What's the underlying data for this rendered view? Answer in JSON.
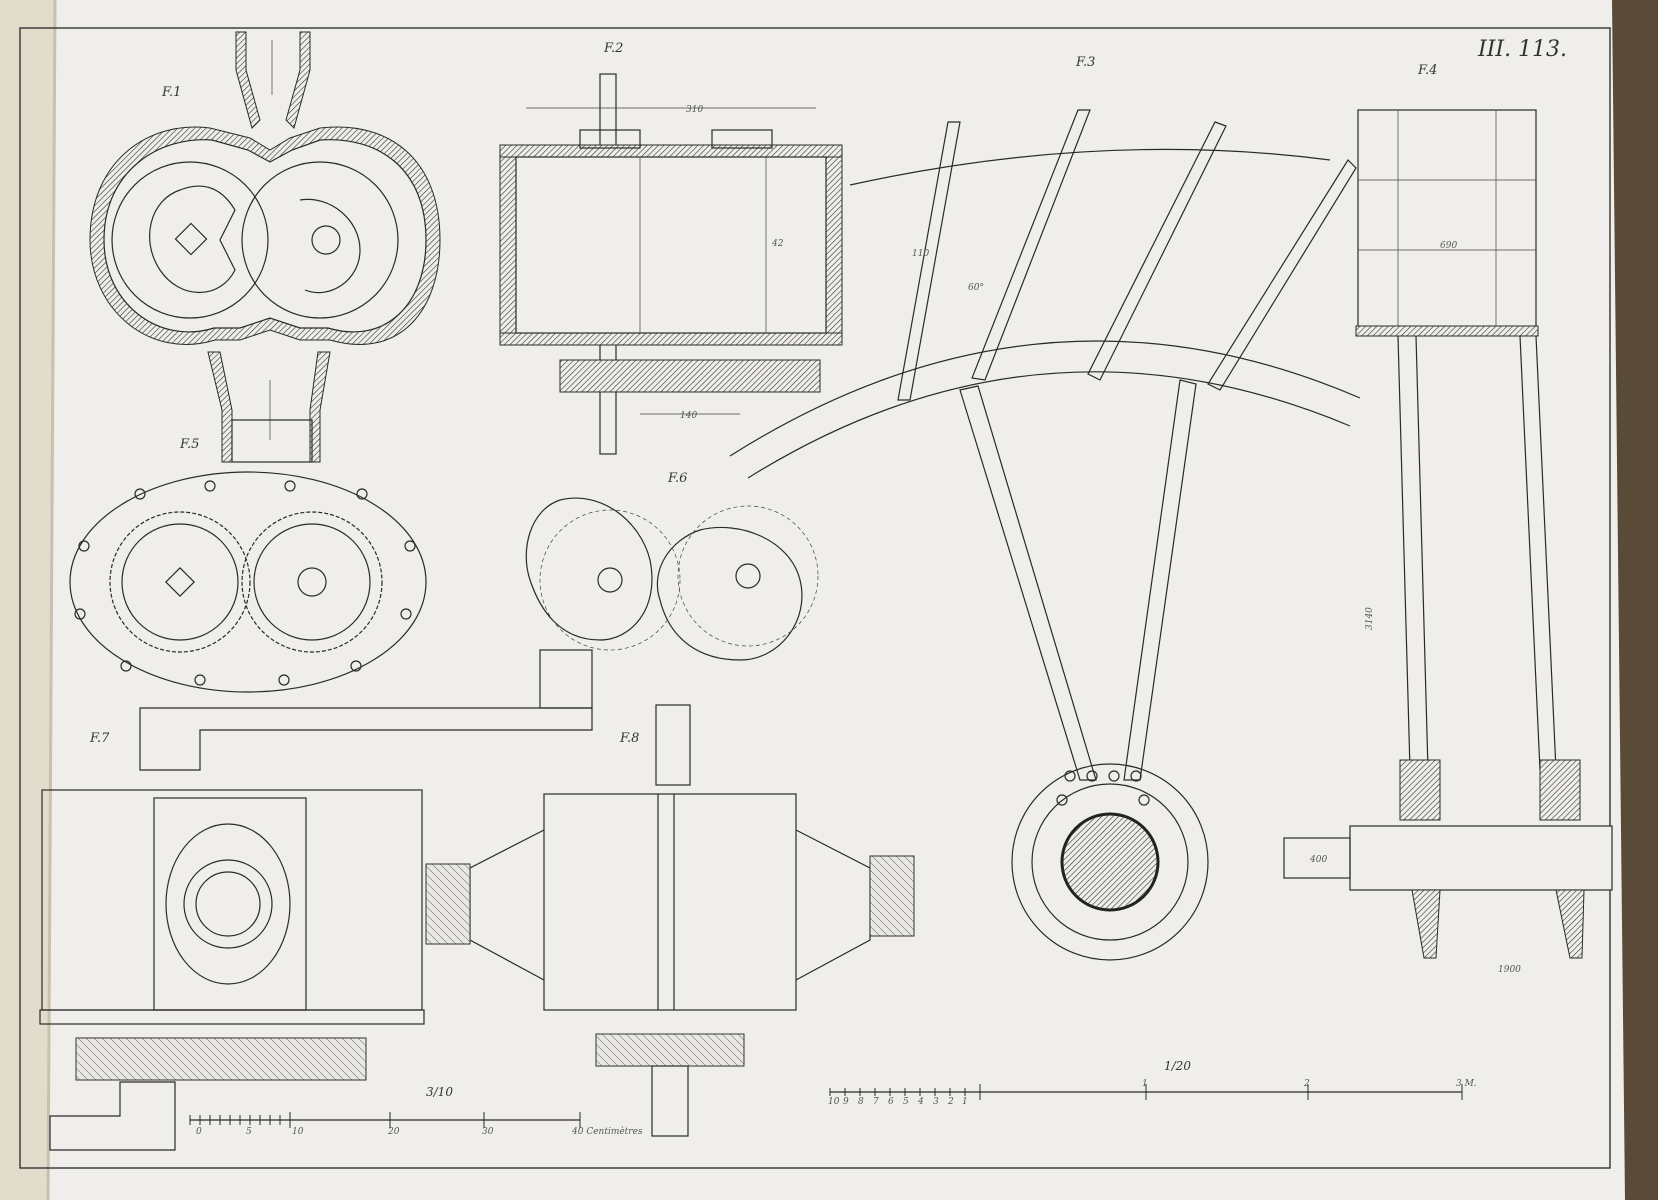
{
  "plate": {
    "number": "III. 113.",
    "figures": {
      "f1": "F.1",
      "f2": "F.2",
      "f3": "F.3",
      "f4": "F.4",
      "f5": "F.5",
      "f6": "F.6",
      "f7": "F.7",
      "f8": "F.8"
    },
    "dimensions": {
      "f2_width": "310",
      "f2_height": "42",
      "f2_bottom": "140",
      "f3_angle": "60°",
      "f3_side": "110",
      "f4_inner": "690",
      "f4_length": "3140",
      "f4_shaft": "400",
      "f4_bottom": "1900"
    },
    "scale_left": {
      "ratio": "3/10",
      "ticks": [
        "0",
        "5",
        "10",
        "20",
        "30",
        "40 Centimètres"
      ]
    },
    "scale_right": {
      "ratio": "1/20",
      "ticks": [
        "10",
        "9",
        "8",
        "7",
        "6",
        "5",
        "4",
        "3",
        "2",
        "1",
        "1",
        "2",
        "3 M."
      ]
    },
    "colors": {
      "paper": "#efeeea",
      "ink": "#2a2a2a",
      "background": "#5a4a38"
    }
  }
}
